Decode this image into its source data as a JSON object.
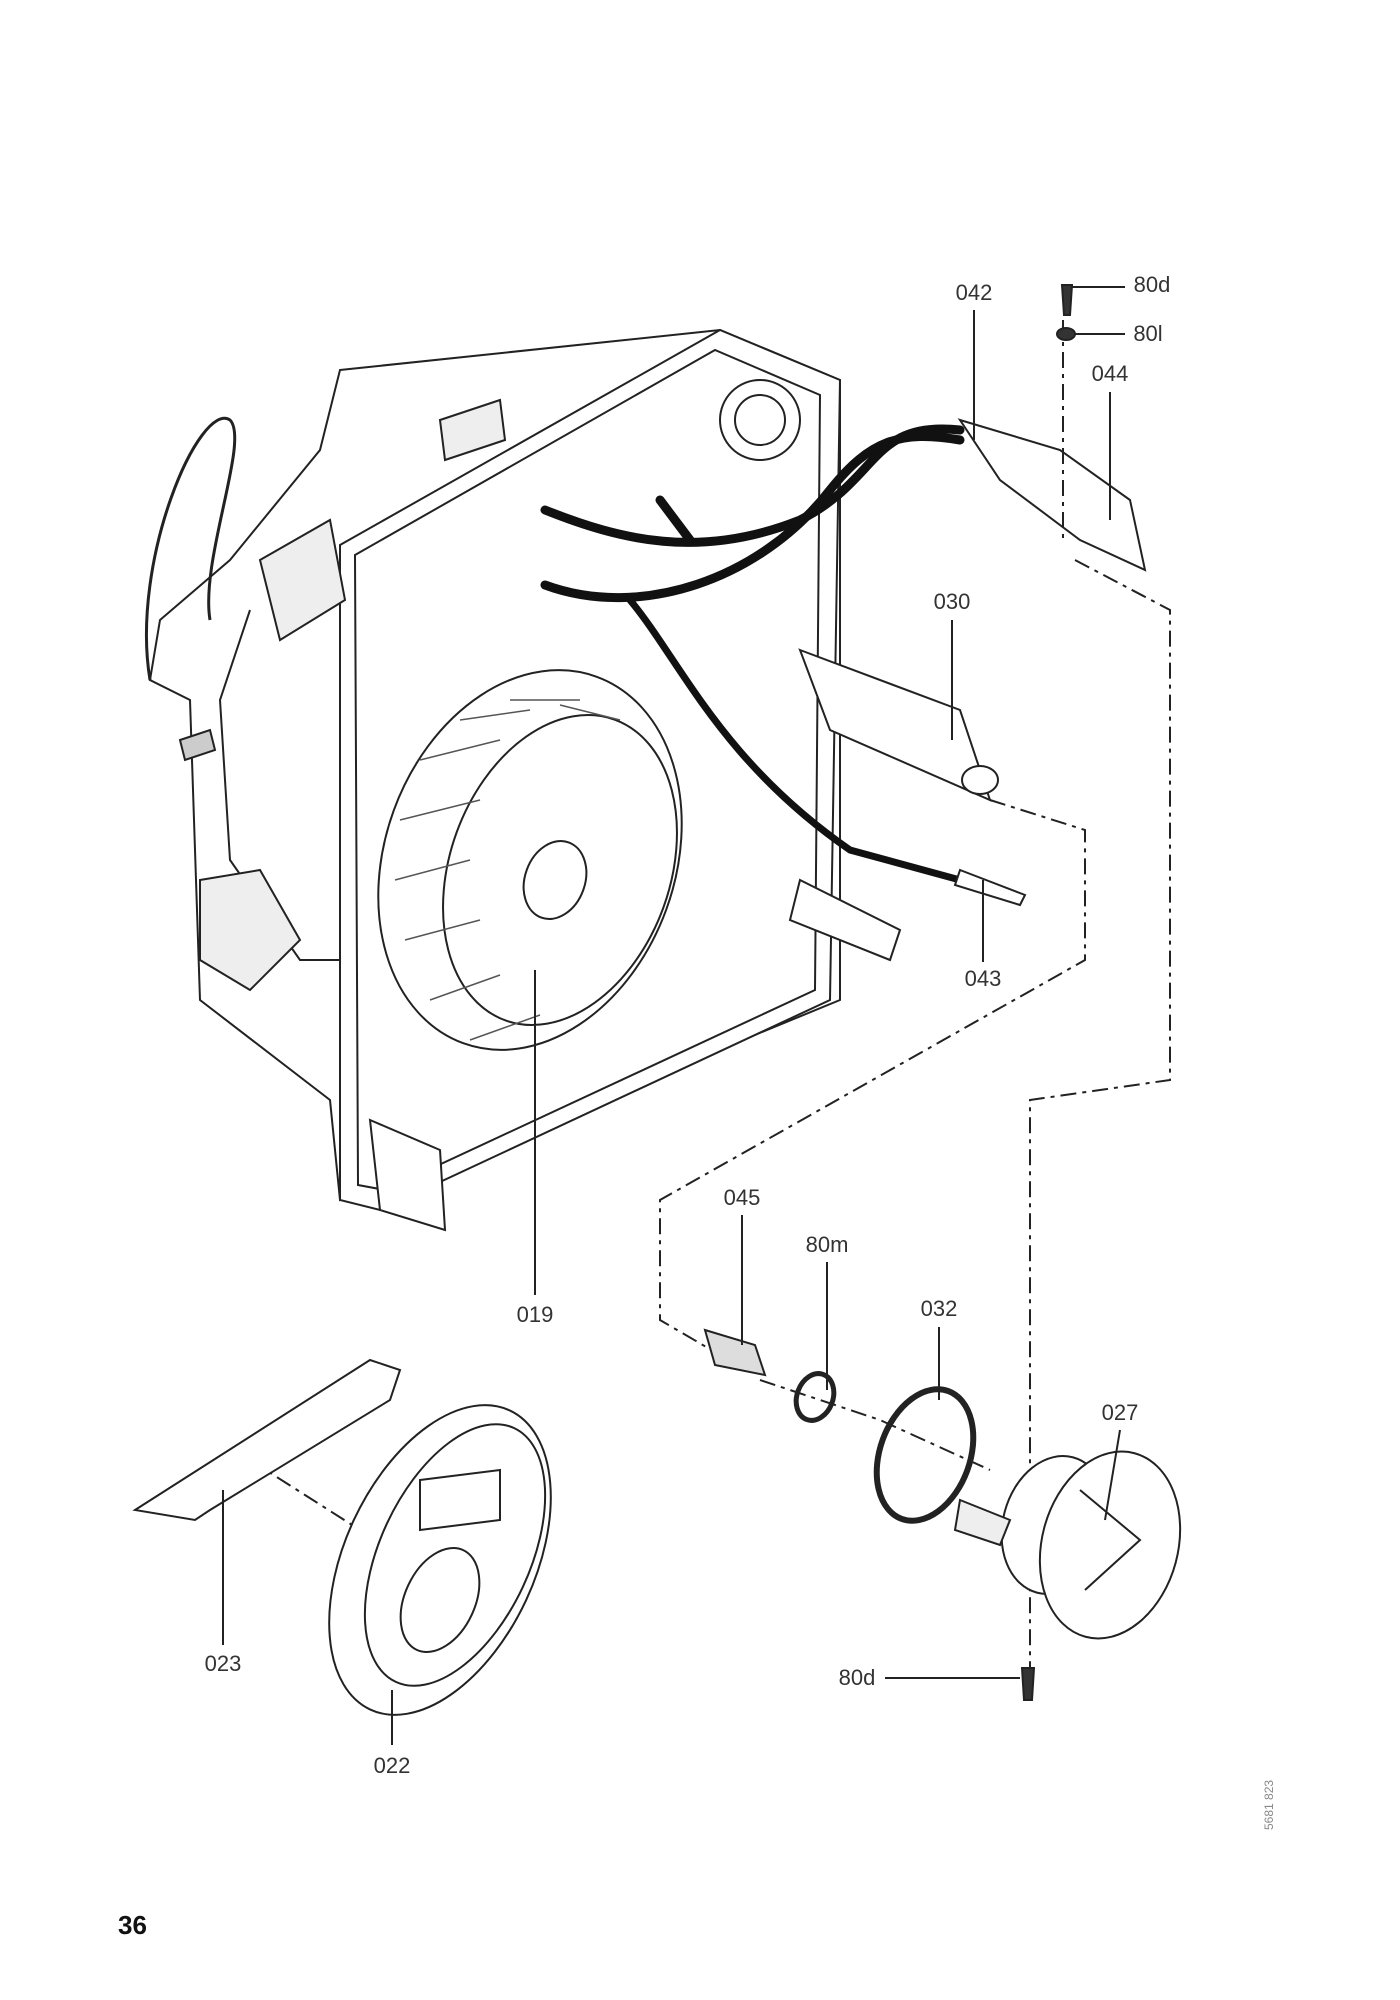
{
  "diagram": {
    "callouts": {
      "p042": "042",
      "p80d_top": "80d",
      "p80l": "80l",
      "p044": "044",
      "p030": "030",
      "p043": "043",
      "p019": "019",
      "p045": "045",
      "p80m": "80m",
      "p032": "032",
      "p027": "027",
      "p023": "023",
      "p022": "022",
      "p80d_bottom": "80d"
    },
    "page_number": "36",
    "drawing_code": "5681 823"
  }
}
